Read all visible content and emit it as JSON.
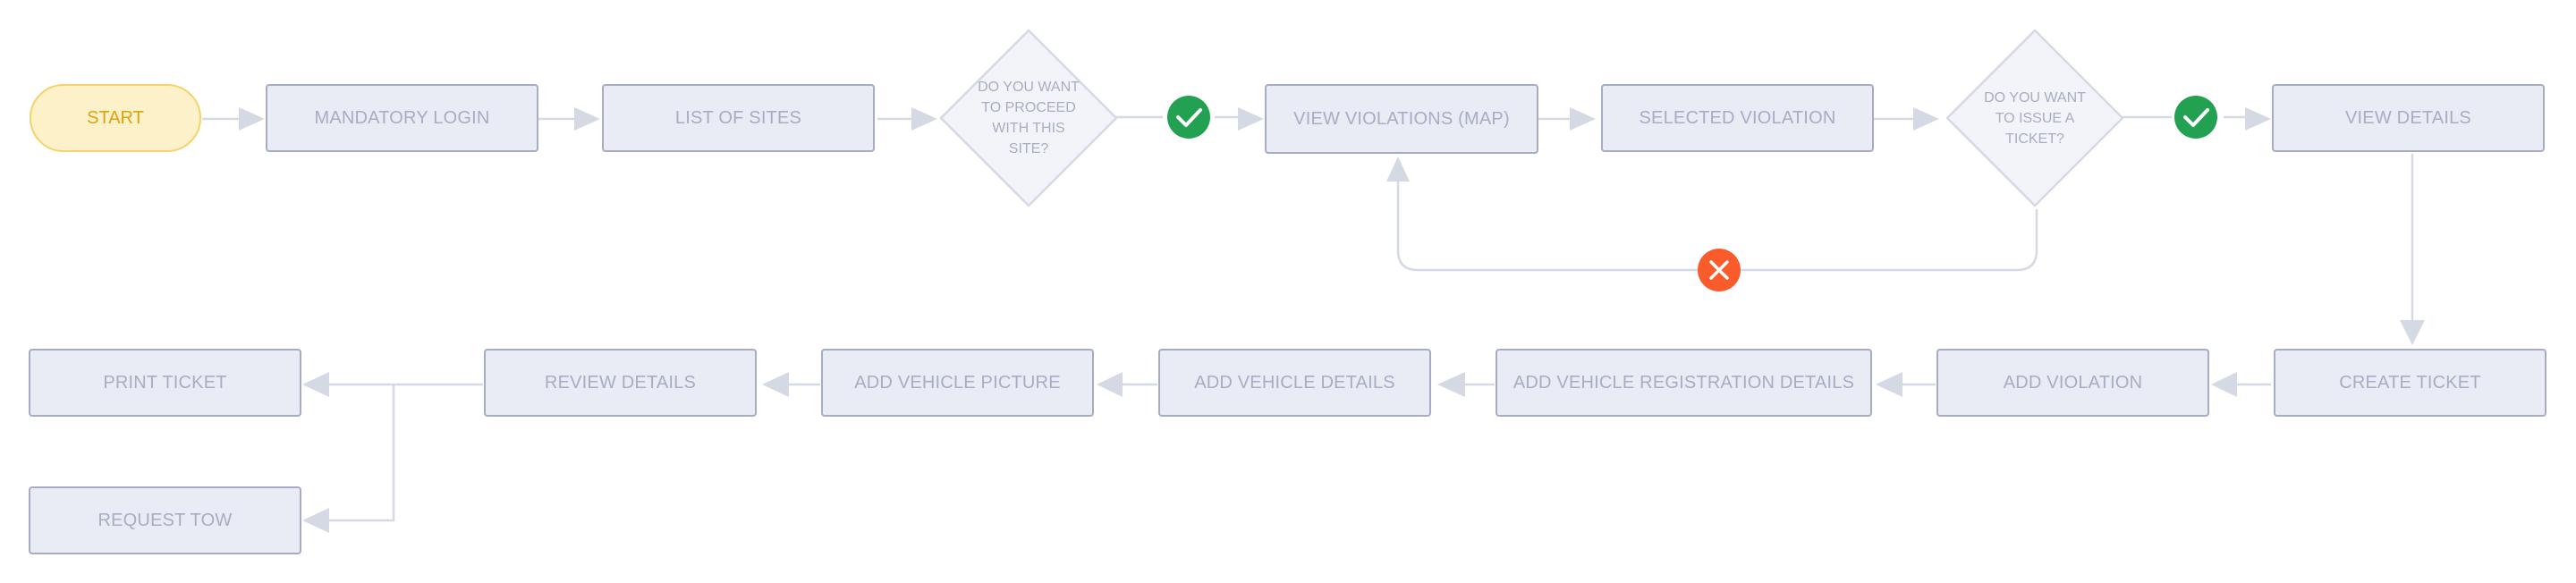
{
  "colors": {
    "box_fill": "#e9ecf4",
    "box_border": "#a6acc1",
    "box_text": "#a7adc2",
    "start_fill": "#fdf1c9",
    "start_border": "#f3d36a",
    "start_text": "#dea309",
    "connector": "#d5d9e4",
    "yes_badge": "#22a152",
    "no_badge": "#fa5b2a"
  },
  "nodes": {
    "start": "START",
    "mandatory_login": "MANDATORY LOGIN",
    "list_of_sites": "LIST OF SITES",
    "decision_proceed": "DO YOU WANT TO PROCEED WITH THIS SITE?",
    "view_violations": "VIEW VIOLATIONS (MAP)",
    "selected_violation": "SELECTED VIOLATION",
    "decision_issue": "DO YOU WANT TO ISSUE A TICKET?",
    "view_details": "VIEW DETAILS",
    "create_ticket": "CREATE TICKET",
    "add_violation": "ADD VIOLATION",
    "add_vehicle_registration": "ADD VEHICLE REGISTRATION DETAILS",
    "add_vehicle_details": "ADD VEHICLE DETAILS",
    "add_vehicle_picture": "ADD VEHICLE PICTURE",
    "review_details": "REVIEW DETAILS",
    "print_ticket": "PRINT TICKET",
    "request_tow": "REQUEST TOW"
  },
  "badges": {
    "yes_icon": "check-icon",
    "no_icon": "close-icon"
  }
}
